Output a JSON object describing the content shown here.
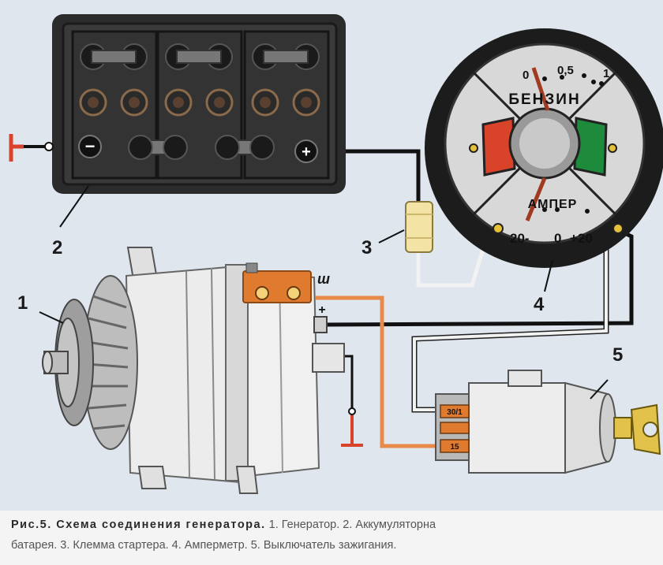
{
  "diagram": {
    "labels": {
      "generator": "1",
      "battery": "2",
      "starter_terminal": "3",
      "ammeter": "4",
      "ignition_switch": "5",
      "terminal_sh": "ш"
    },
    "battery_terminals": {
      "negative": "−",
      "positive": "+"
    },
    "gauge": {
      "fuel_label": "БЕНЗИН",
      "fuel_scale": [
        "0",
        "0,5",
        "1"
      ],
      "amp_label": "АМПЕР",
      "amp_scale": [
        "20-",
        "0",
        "+20"
      ]
    },
    "switch_terminals": [
      "30/1",
      "15"
    ],
    "generator_plus": "+",
    "colors": {
      "wire_black": "#111111",
      "wire_white": "#f2f2f2",
      "wire_orange": "#e88a4a",
      "battery_body": "#2b2b2b",
      "gauge_red": "#d8432a",
      "gauge_green": "#1e8a3c",
      "terminal_block": "#e07a2e",
      "key_yellow": "#e2c24a"
    }
  },
  "caption": {
    "title": "Рис.5. Схема соединения генератора.",
    "line1_rest": " 1. Генератор. 2. Аккумуляторна",
    "line2": "батарея. 3. Клемма стартера. 4. Амперметр. 5. Выключатель зажигания."
  }
}
